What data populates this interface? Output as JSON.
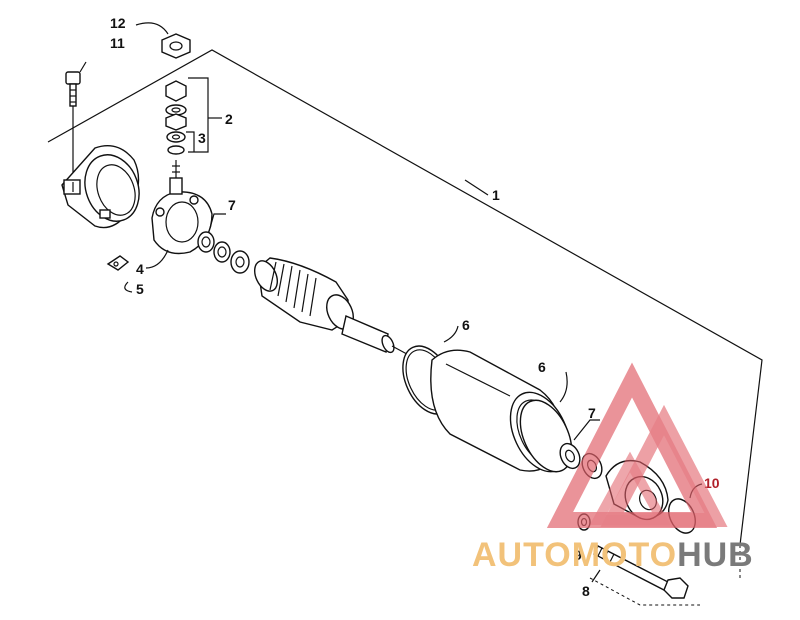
{
  "diagram": {
    "callouts": {
      "c1": "1",
      "c2": "2",
      "c3": "3",
      "c4": "4",
      "c5": "5",
      "c6a": "6",
      "c6b": "6",
      "c7a": "7",
      "c7b": "7",
      "c8": "8",
      "c9": "9",
      "c10": "10",
      "c11": "11",
      "c12": "12"
    },
    "colors": {
      "line": "#111111",
      "callout_accent": "#b0202a"
    }
  },
  "watermark": {
    "brand_part1": "AUTOMOTO",
    "brand_part2": "HUB",
    "colors": {
      "triangle": "#e0606a",
      "text_primary": "#f2c27a",
      "text_secondary": "#7a7a7a"
    }
  }
}
